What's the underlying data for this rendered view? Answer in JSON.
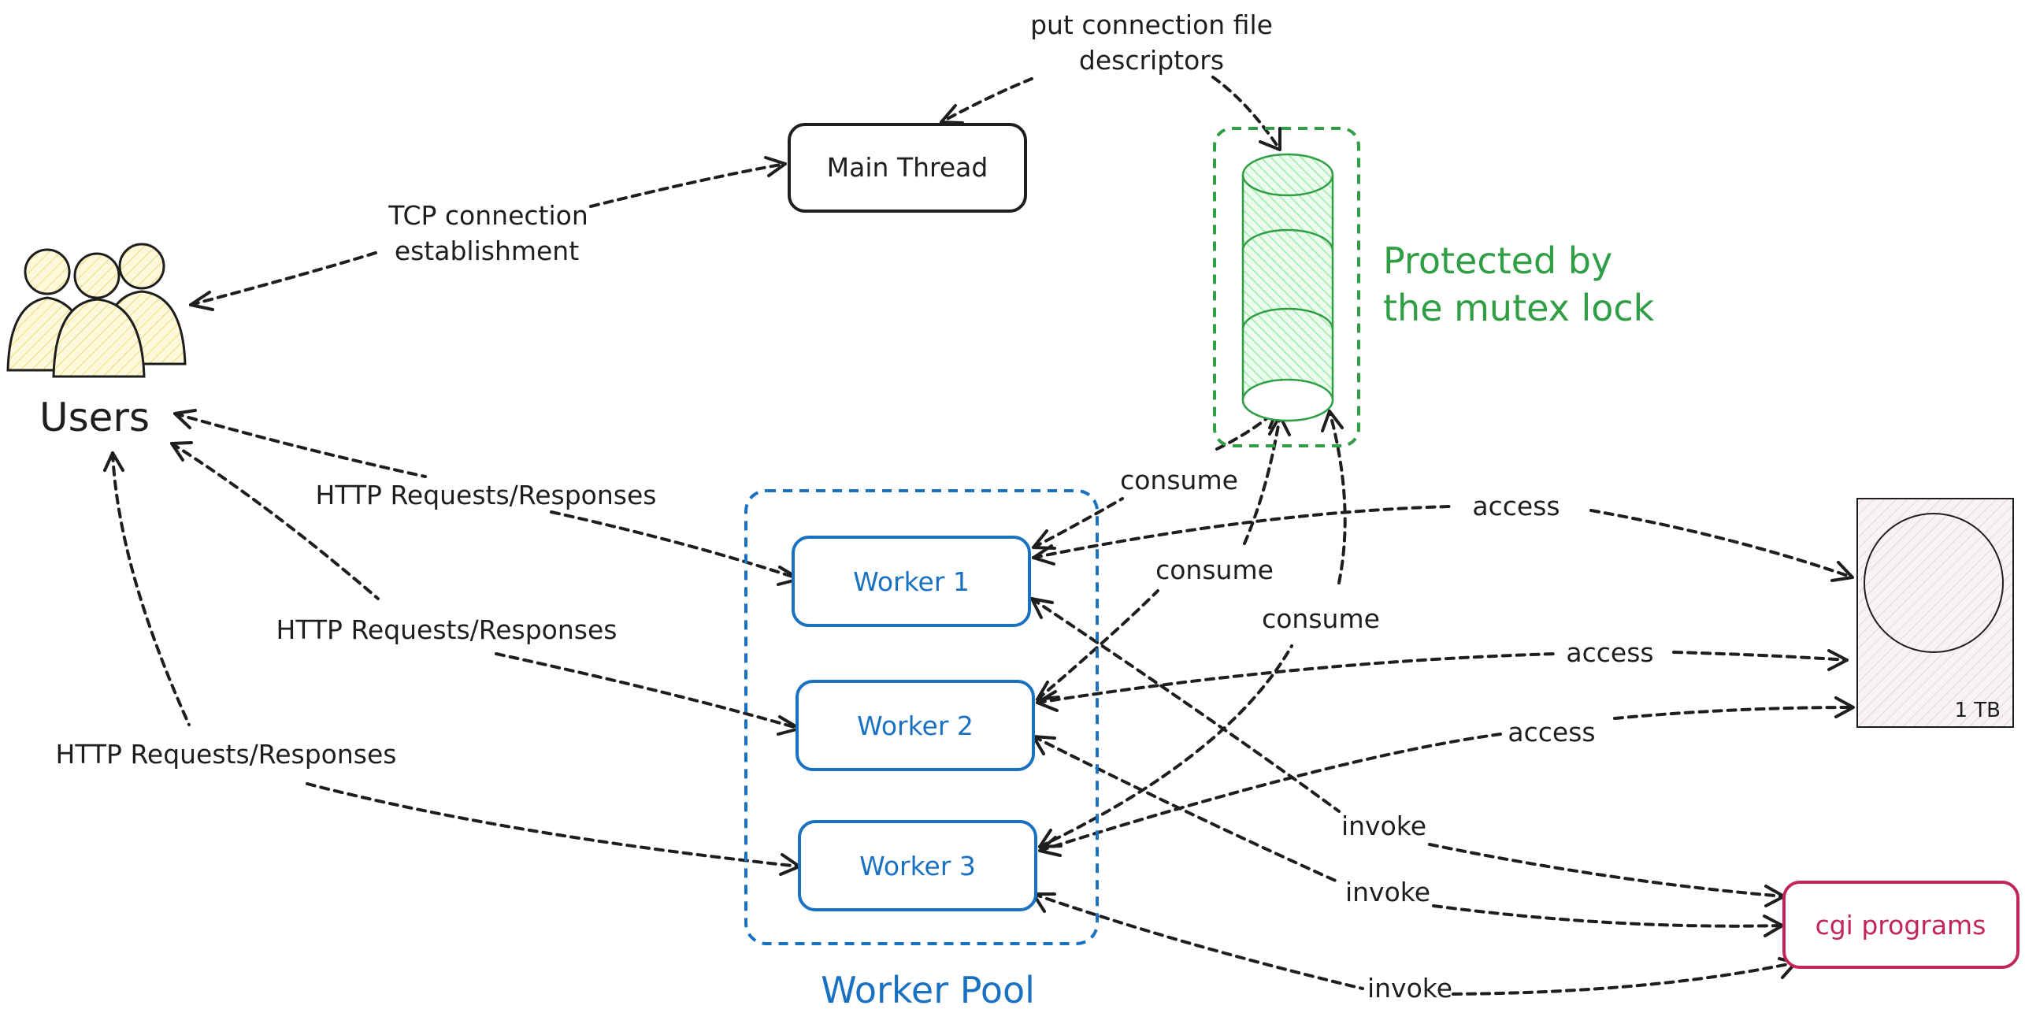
{
  "colors": {
    "ink": "#1e1e1e",
    "worker_blue": "#1971c2",
    "queue_green": "#2f9e44",
    "cgi_pink": "#c2255c",
    "users_fill": "#fff3bf"
  },
  "nodes": {
    "users": {
      "label": "Users",
      "icon": "users-group-icon"
    },
    "main_thread": {
      "label": "Main Thread"
    },
    "queue": {
      "label": "Protected by\nthe mutex lock",
      "line1": "Protected by",
      "line2": "the mutex lock",
      "icon": "queue-cylinder-icon"
    },
    "worker_pool": {
      "label": "Worker Pool"
    },
    "workers": [
      {
        "label": "Worker 1"
      },
      {
        "label": "Worker 2"
      },
      {
        "label": "Worker 3"
      }
    ],
    "disk": {
      "label": "1 TB",
      "icon": "hard-disk-icon"
    },
    "cgi": {
      "label": "cgi programs"
    }
  },
  "edge_labels": {
    "put_fd_line1": "put connection file",
    "put_fd_line2": "descriptors",
    "tcp_line1": "TCP connection",
    "tcp_line2": "establishment",
    "http1": "HTTP Requests/Responses",
    "http2": "HTTP Requests/Responses",
    "http3": "HTTP Requests/Responses",
    "consume1": "consume",
    "consume2": "consume",
    "consume3": "consume",
    "access1": "access",
    "access2": "access",
    "access3": "access",
    "invoke1": "invoke",
    "invoke2": "invoke",
    "invoke3": "invoke"
  }
}
